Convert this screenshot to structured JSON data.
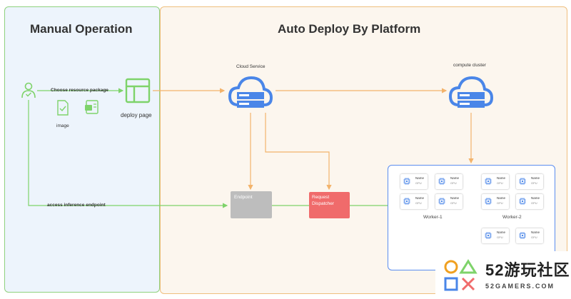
{
  "panels": {
    "left_title": "Manual  Operation",
    "right_title": "Auto Deploy By Platform"
  },
  "labels": {
    "choose_resource": "Choose resource package",
    "image": "image",
    "deploy_page": "deploy page",
    "cloud_service": "Cloud Service",
    "compute_cluster": "compute cluster",
    "access_endpoint": "access inference endpoint",
    "endpoint": "Endpoint",
    "request_dispatcher_line1": "Request",
    "request_dispatcher_line2": "Dispatcher",
    "worker1": "Worker-1",
    "worker2": "Worker-2"
  },
  "node": {
    "name": "Name",
    "gpu": "GPU"
  },
  "watermark": {
    "main": "52游玩社区",
    "sub": "52GAMERS.COM"
  },
  "colors": {
    "green": "#7ed36a",
    "orange": "#f3b36b",
    "blue": "#4a86e8",
    "gray_box": "#bdbdbd",
    "red_box": "#f06b6b"
  }
}
